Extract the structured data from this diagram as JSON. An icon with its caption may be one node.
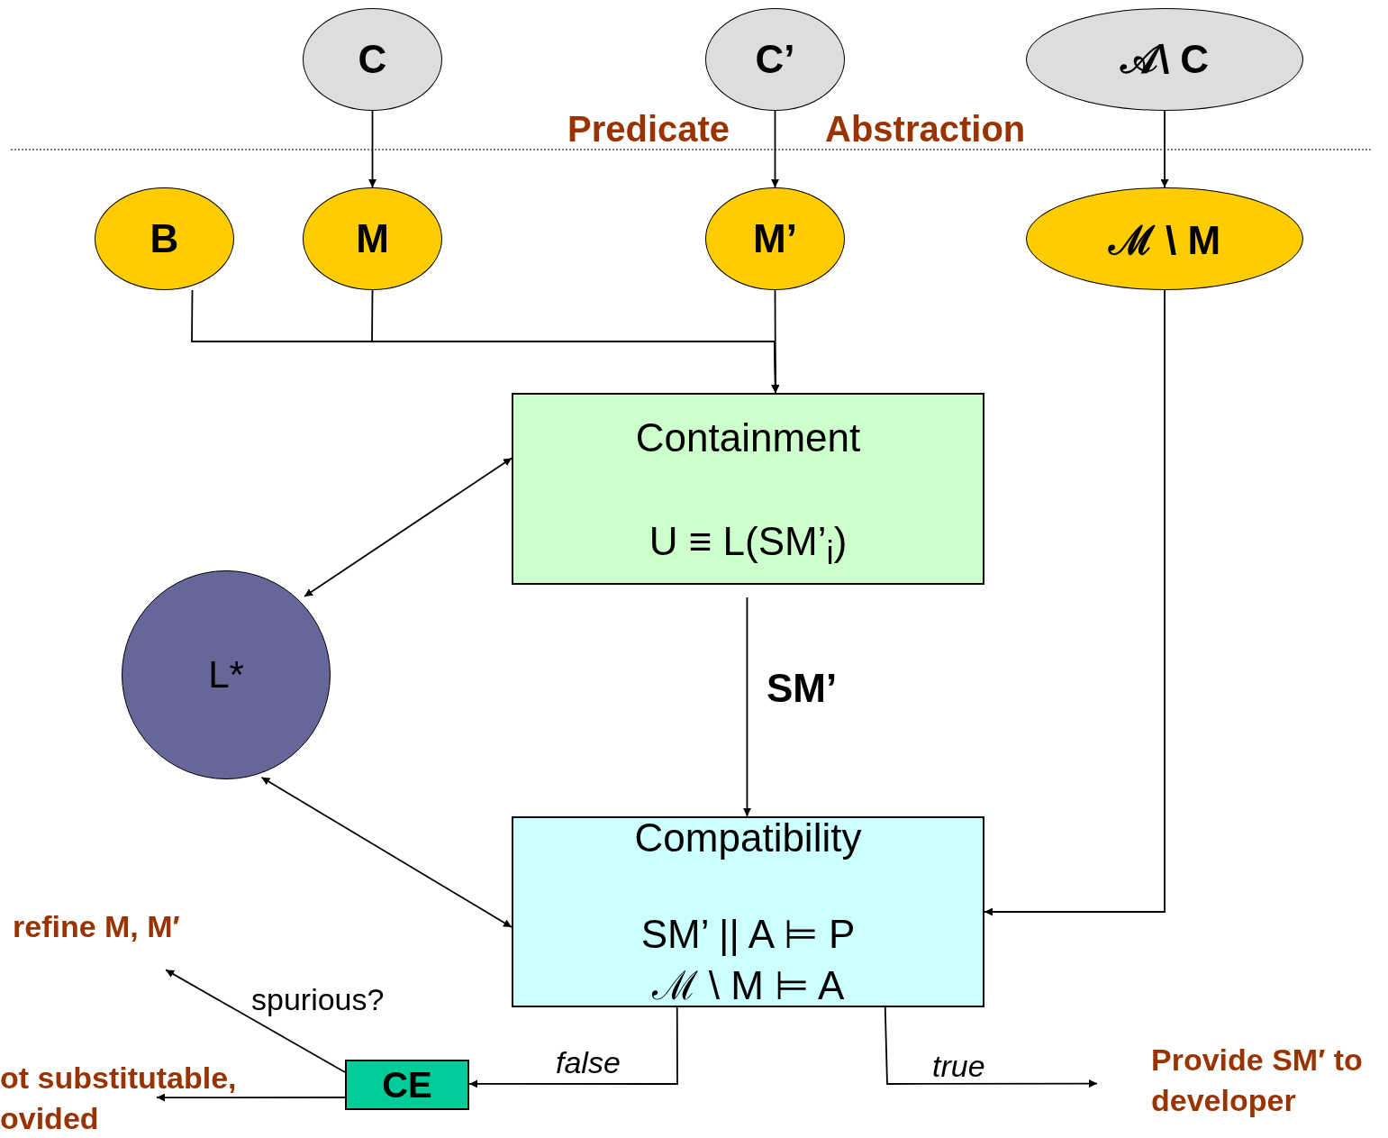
{
  "diagram": {
    "nodes": [
      {
        "text": [
          "C"
        ]
      },
      {
        "text": [
          "C’"
        ]
      },
      {
        "text": [
          "𝒜\\ C"
        ]
      },
      {
        "text": [
          "B"
        ]
      },
      {
        "text": [
          "M"
        ]
      },
      {
        "text": [
          "M’"
        ]
      },
      {
        "text": [
          "ℳ \\ M"
        ]
      },
      {
        "text": [
          "Containment",
          "U ≡ L(SM’$_{i}$)"
        ]
      },
      {
        "text": [
          "L*"
        ]
      },
      {
        "text": [
          "Compatibility",
          "SM’ || A ⊨ P",
          "ℳ \\ M ⊨ A"
        ]
      },
      {
        "text": [
          "CE"
        ]
      },
      {
        "text": [
          "refine M, M′"
        ]
      },
      {
        "text": [
          "ot substitutable, ovided"
        ]
      },
      {
        "text": [
          "Provide SM′ to developer"
        ]
      }
    ],
    "edges": [
      {
        "from": 0,
        "to": 4,
        "arrow": "to"
      },
      {
        "from": 1,
        "to": 5,
        "arrow": "to"
      },
      {
        "from": 2,
        "to": 6,
        "arrow": "to"
      },
      {
        "from": 3,
        "to": 7,
        "arrow": "to"
      },
      {
        "from": 4,
        "to": 7,
        "arrow": "to"
      },
      {
        "from": 5,
        "to": 7,
        "arrow": "to"
      },
      {
        "from": 6,
        "to": 9,
        "arrow": "to"
      },
      {
        "from": 7,
        "to": 8,
        "arrow": "both"
      },
      {
        "from": 8,
        "to": 9,
        "arrow": "both"
      },
      {
        "from": 7,
        "to": 9,
        "label": "SM’",
        "arrow": "to"
      },
      {
        "from": 9,
        "to": 10,
        "label": "false",
        "arrow": "to"
      },
      {
        "from": 9,
        "to": 13,
        "label": "true",
        "arrow": "to"
      },
      {
        "from": 10,
        "to": 11,
        "label": "spurious?",
        "arrow": "to"
      },
      {
        "from": 10,
        "to": 12,
        "arrow": "to"
      }
    ],
    "labels": [
      "Predicate",
      "Abstraction"
    ]
  }
}
